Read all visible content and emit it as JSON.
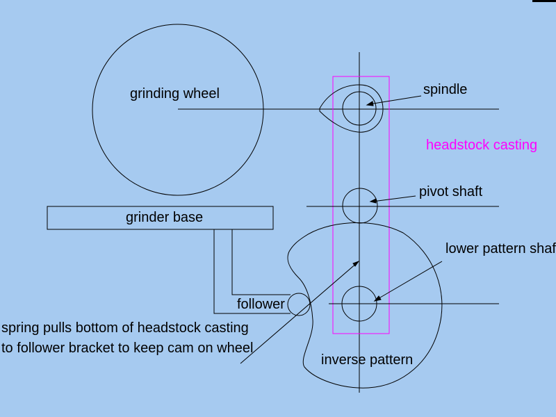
{
  "labels": {
    "grinding_wheel": "grinding wheel",
    "grinder_base": "grinder base",
    "spindle": "spindle",
    "headstock_casting": "headstock casting",
    "pivot_shaft": "pivot shaft",
    "lower_pattern_shaft": "lower pattern shaft",
    "follower": "follower",
    "spring_line1": "spring pulls bottom of headstock casting",
    "spring_line2": "to follower bracket to keep cam on wheel",
    "inverse_pattern": "inverse pattern"
  },
  "colors": {
    "background": "#a6caf0",
    "line": "#000000",
    "headstock": "#ff00ff"
  }
}
